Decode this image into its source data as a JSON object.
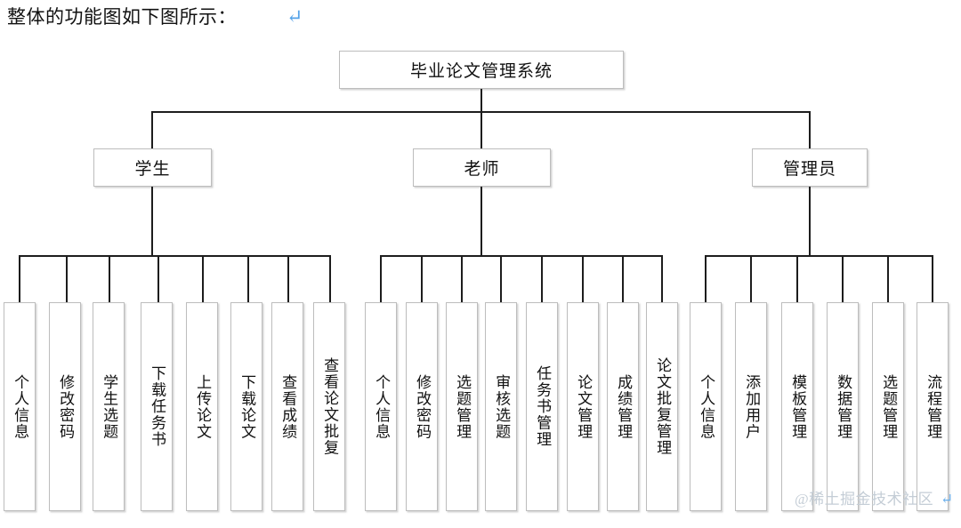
{
  "document": {
    "heading": "整体的功能图如下图所示：",
    "paragraph_mark": "↵"
  },
  "watermark": {
    "text": "@稀土掘金技术社区",
    "return_mark": "↵",
    "color": "#c4cdd6"
  },
  "colors": {
    "box_border": "#bdbdbd",
    "connector": "#1d1d1d",
    "text": "#111111",
    "accent_blue": "#55a3e8",
    "background": "#ffffff"
  },
  "diagram": {
    "type": "tree",
    "root": {
      "label": "毕业论文管理系统"
    },
    "branches": [
      {
        "label": "学生",
        "leaves": [
          {
            "label": "个人信息"
          },
          {
            "label": "修改密码"
          },
          {
            "label": "学生选题"
          },
          {
            "label": "下载任务书"
          },
          {
            "label": "上传论文"
          },
          {
            "label": "下载论文"
          },
          {
            "label": "查看成绩"
          },
          {
            "label": "查看论文批复"
          }
        ]
      },
      {
        "label": "老师",
        "leaves": [
          {
            "label": "个人信息"
          },
          {
            "label": "修改密码"
          },
          {
            "label": "选题管理"
          },
          {
            "label": "审核选题"
          },
          {
            "label": "任务书管理"
          },
          {
            "label": "论文管理"
          },
          {
            "label": "成绩管理"
          },
          {
            "label": "论文批复管理"
          }
        ]
      },
      {
        "label": "管理员",
        "leaves": [
          {
            "label": "个人信息"
          },
          {
            "label": "添加用户"
          },
          {
            "label": "模板管理"
          },
          {
            "label": "数据管理"
          },
          {
            "label": "选题管理"
          },
          {
            "label": "流程管理"
          }
        ]
      }
    ]
  }
}
